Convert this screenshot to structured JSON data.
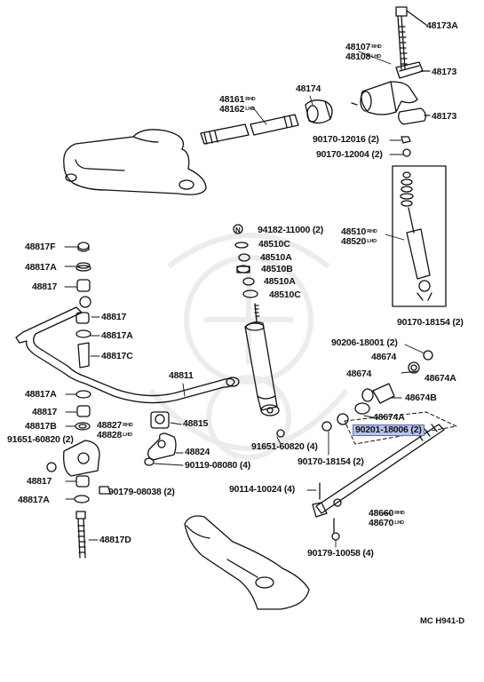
{
  "diagram": {
    "code": "MC H941-D",
    "highlight_color": "#b8c4ec",
    "watermark": "Toyota Parts Deal",
    "labels": [
      {
        "id": "p48173A",
        "text": "48173A"
      },
      {
        "id": "p48107",
        "text": "48107",
        "sub": "RHD"
      },
      {
        "id": "p48108",
        "text": "48108",
        "sub": "LHD"
      },
      {
        "id": "p48173a",
        "text": "48173"
      },
      {
        "id": "p48173b",
        "text": "48173"
      },
      {
        "id": "p48174",
        "text": "48174"
      },
      {
        "id": "p48161",
        "text": "48161",
        "sub": "RHD"
      },
      {
        "id": "p48162",
        "text": "48162",
        "sub": "LHD"
      },
      {
        "id": "p9017012016",
        "text": "90170-12016 (2)"
      },
      {
        "id": "p9017012004",
        "text": "90170-12004 (2)"
      },
      {
        "id": "p9418211000",
        "text": "94182-11000 (2)"
      },
      {
        "id": "p48510C1",
        "text": "48510C"
      },
      {
        "id": "p48510A1",
        "text": "48510A"
      },
      {
        "id": "p48510B",
        "text": "48510B"
      },
      {
        "id": "p48510A2",
        "text": "48510A"
      },
      {
        "id": "p48510C2",
        "text": "48510C"
      },
      {
        "id": "p48510",
        "text": "48510",
        "sub": "RHD"
      },
      {
        "id": "p48520",
        "text": "48520",
        "sub": "LHD"
      },
      {
        "id": "p48817F",
        "text": "48817F"
      },
      {
        "id": "p48817A1",
        "text": "48817A"
      },
      {
        "id": "p48817a",
        "text": "48817"
      },
      {
        "id": "p48817b",
        "text": "48817"
      },
      {
        "id": "p48817A2",
        "text": "48817A"
      },
      {
        "id": "p48817C",
        "text": "48817C"
      },
      {
        "id": "p48811",
        "text": "48811"
      },
      {
        "id": "p48817A3",
        "text": "48817A"
      },
      {
        "id": "p48817c",
        "text": "48817"
      },
      {
        "id": "p48817B",
        "text": "48817B"
      },
      {
        "id": "p48827",
        "text": "48827",
        "sub": "RHD"
      },
      {
        "id": "p48828",
        "text": "48828",
        "sub": "LHD"
      },
      {
        "id": "p48815",
        "text": "48815"
      },
      {
        "id": "p9165160820a",
        "text": "91651-60820 (2)"
      },
      {
        "id": "p48824",
        "text": "48824"
      },
      {
        "id": "p9011908080",
        "text": "90119-08080 (4)"
      },
      {
        "id": "p48817d",
        "text": "48817"
      },
      {
        "id": "p9017908038",
        "text": "90179-08038 (2)"
      },
      {
        "id": "p48817A4",
        "text": "48817A"
      },
      {
        "id": "p48817D",
        "text": "48817D"
      },
      {
        "id": "p9017018154a",
        "text": "90170-18154 (2)"
      },
      {
        "id": "p9020618001",
        "text": "90206-18001 (2)"
      },
      {
        "id": "p48674a",
        "text": "48674"
      },
      {
        "id": "p48674b",
        "text": "48674"
      },
      {
        "id": "p48674A1",
        "text": "48674A"
      },
      {
        "id": "p48674B",
        "text": "48674B"
      },
      {
        "id": "p48674A2",
        "text": "48674A"
      },
      {
        "id": "p9020118006",
        "text": "90201-18006 (2)"
      },
      {
        "id": "p9165160820b",
        "text": "91651-60820 (4)"
      },
      {
        "id": "p9017018154b",
        "text": "90170-18154 (2)"
      },
      {
        "id": "p9011410024",
        "text": "90114-10024 (4)"
      },
      {
        "id": "p48660",
        "text": "48660",
        "sub": "RHD"
      },
      {
        "id": "p48670",
        "text": "48670",
        "sub": "LHD"
      },
      {
        "id": "p9017910058",
        "text": "90179-10058 (4)"
      }
    ]
  }
}
